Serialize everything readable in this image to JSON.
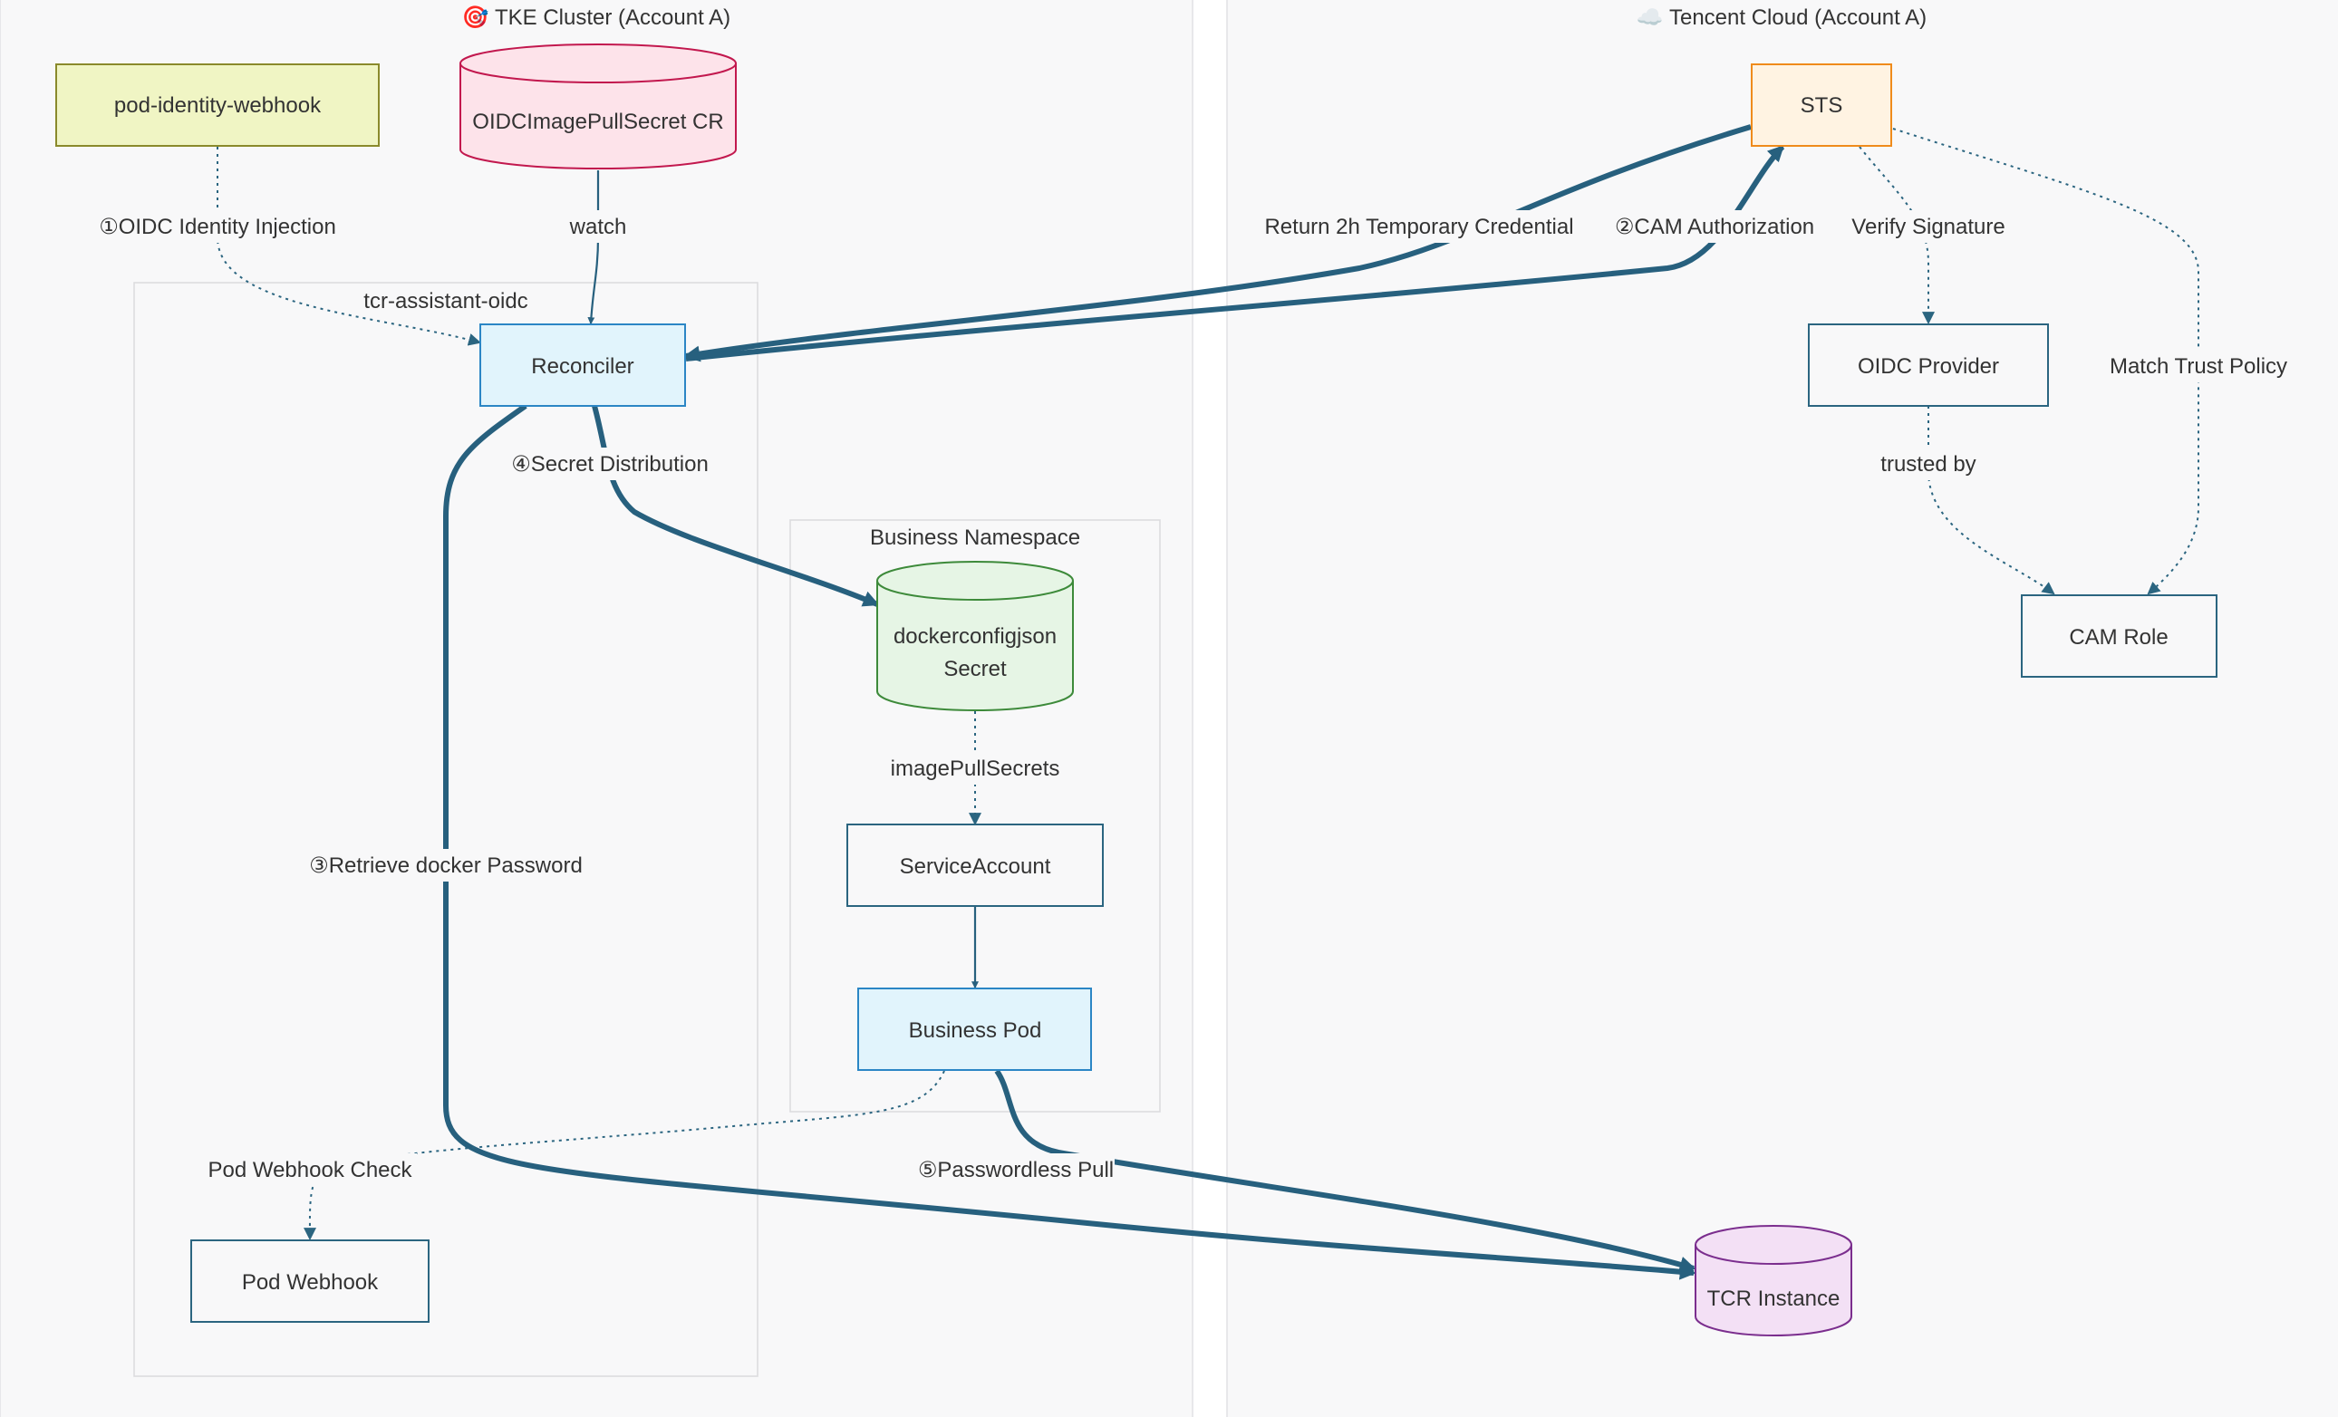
{
  "clusters": {
    "tke": {
      "title": "🎯 TKE Cluster (Account A)"
    },
    "cloud": {
      "title": "☁️ Tencent Cloud (Account A)"
    },
    "tcr_assistant": {
      "title": "tcr-assistant-oidc"
    },
    "business_ns": {
      "title": "Business Namespace"
    }
  },
  "nodes": {
    "pod_identity_webhook": "pod-identity-webhook",
    "oidc_cr": "OIDCImagePullSecret CR",
    "reconciler": "Reconciler",
    "docker_secret": [
      "dockerconfigjson",
      "Secret"
    ],
    "service_account": "ServiceAccount",
    "business_pod": "Business Pod",
    "pod_webhook": "Pod Webhook",
    "sts": "STS",
    "oidc_provider": "OIDC Provider",
    "cam_role": "CAM Role",
    "tcr_instance": "TCR Instance"
  },
  "edges": {
    "oidc_injection": "①OIDC Identity Injection",
    "watch": "watch",
    "return_credential": "Return 2h Temporary Credential",
    "cam_authorization": "②CAM Authorization",
    "verify_signature": "Verify Signature",
    "match_trust_policy": "Match Trust Policy",
    "trusted_by": "trusted by",
    "secret_distribution": "④Secret Distribution",
    "image_pull_secrets": "imagePullSecrets",
    "retrieve_password": "③Retrieve docker Password",
    "pod_webhook_check": "Pod Webhook Check",
    "passwordless_pull": "⑤Passwordless Pull"
  },
  "colors": {
    "edge": "#27607e",
    "webhook_fill": "#f0f5c4",
    "cr_fill": "#fde3ea",
    "highlight_fill": "#e1f4fc",
    "secret_fill": "#e6f5e5",
    "sts_fill": "#fff3e2",
    "tcr_fill": "#f3e0f5"
  }
}
